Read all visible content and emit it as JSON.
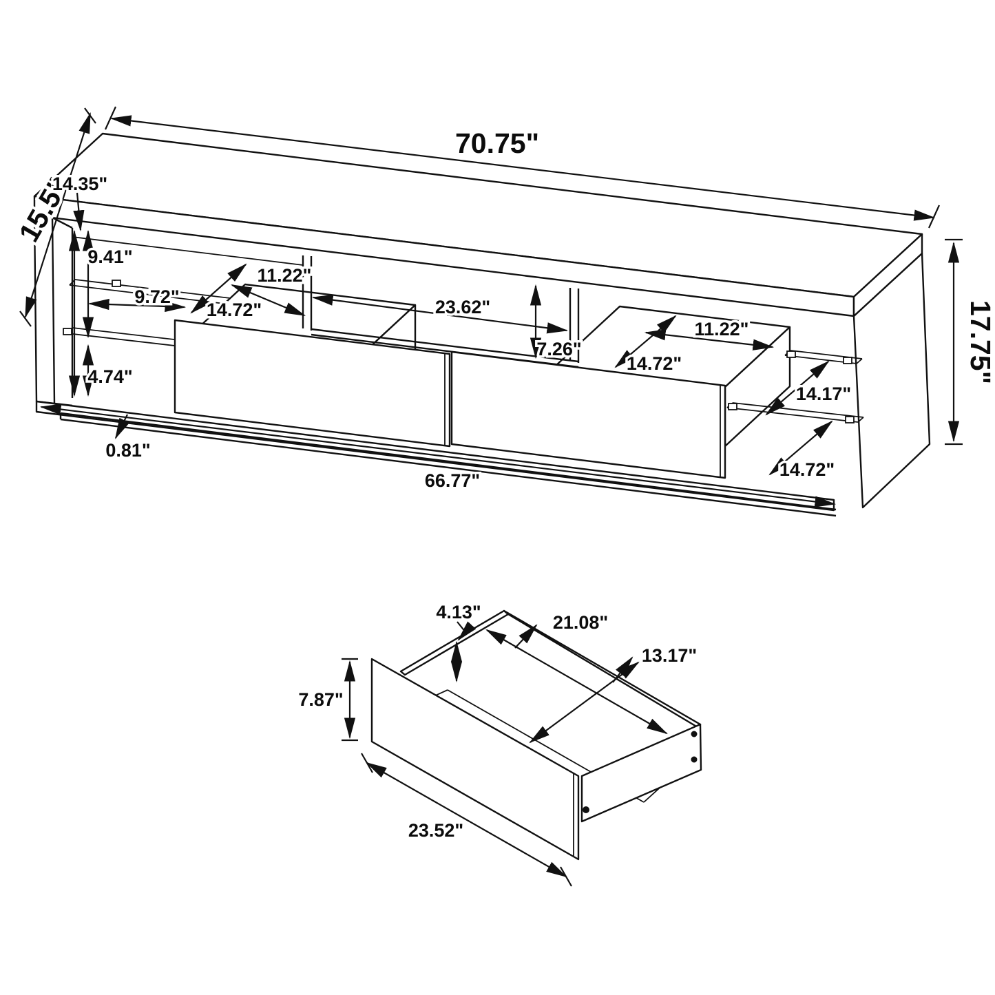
{
  "diagram": {
    "console": {
      "top_width": "70.75\"",
      "top_depth": "15.5\"",
      "interior_height": "14.35\"",
      "upper_shelf_height": "9.41\"",
      "left_shelf_depth": "9.72\"",
      "lower_shelf_height": "4.74\"",
      "drawer1_opening_width": "11.22\"",
      "drawer1_depth": "14.72\"",
      "center_opening_width": "23.62\"",
      "center_opening_height": "7.26\"",
      "drawer2_opening_width": "11.22\"",
      "drawer2_depth": "14.72\"",
      "right_shelf_gap": "14.17\"",
      "right_shelf_depth": "14.72\"",
      "base_strip_height": "0.81\"",
      "interior_width": "66.77\"",
      "overall_height": "17.75\""
    },
    "drawer": {
      "inner_height": "4.13\"",
      "inner_length": "21.08\"",
      "inner_depth": "13.17\"",
      "front_height": "7.87\"",
      "front_width": "23.52\""
    }
  }
}
